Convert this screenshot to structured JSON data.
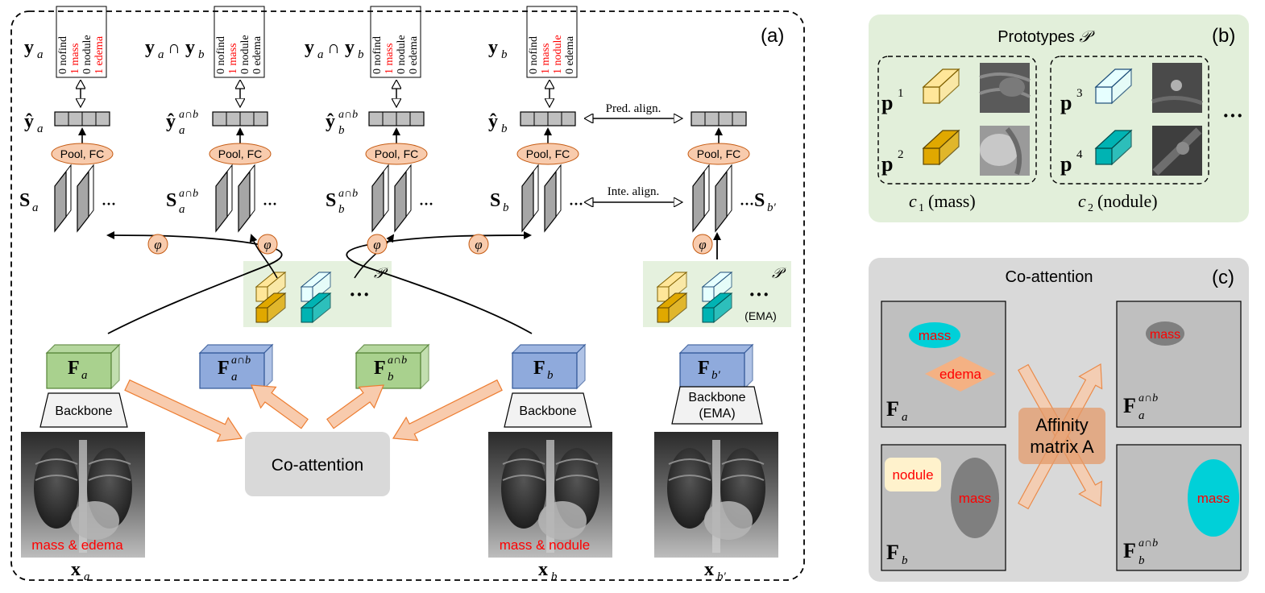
{
  "panel_a": {
    "tag": "(a)",
    "labels": {
      "ya": "y",
      "ya_sub": "a",
      "yab1": "y",
      "yab2": "y",
      "cap": "∩",
      "a": "a",
      "b": "b",
      "yb": "y",
      "yb_sub": "b",
      "yhat": "ŷ",
      "sup_ab": "a∩b",
      "S": "S",
      "bprime": "b′",
      "F": "F",
      "x": "x"
    },
    "vectors": [
      {
        "items": [
          {
            "v": "0",
            "name": "nofind",
            "red": false
          },
          {
            "v": "1",
            "name": "mass",
            "red": true
          },
          {
            "v": "0",
            "name": "nodule",
            "red": false
          },
          {
            "v": "1",
            "name": "edema",
            "red": true
          }
        ]
      },
      {
        "items": [
          {
            "v": "0",
            "name": "nofind",
            "red": false
          },
          {
            "v": "1",
            "name": "mass",
            "red": true
          },
          {
            "v": "0",
            "name": "nodule",
            "red": false
          },
          {
            "v": "0",
            "name": "edema",
            "red": false
          }
        ]
      },
      {
        "items": [
          {
            "v": "0",
            "name": "nofind",
            "red": false
          },
          {
            "v": "1",
            "name": "mass",
            "red": true
          },
          {
            "v": "0",
            "name": "nodule",
            "red": false
          },
          {
            "v": "0",
            "name": "edema",
            "red": false
          }
        ]
      },
      {
        "items": [
          {
            "v": "0",
            "name": "nofind",
            "red": false
          },
          {
            "v": "1",
            "name": "mass",
            "red": true
          },
          {
            "v": "1",
            "name": "nodule",
            "red": true
          },
          {
            "v": "0",
            "name": "edema",
            "red": false
          }
        ]
      }
    ],
    "pool_label": "Pool, FC",
    "phi": "φ",
    "ellipsis": "···",
    "pred_align": "Pred. align.",
    "inte_align": "Inte. align.",
    "proto_symbol": "𝒫",
    "ema": "(EMA)",
    "backbone": "Backbone",
    "backbone_ema_1": "Backbone",
    "backbone_ema_2": "(EMA)",
    "coattention": "Co-attention",
    "xray_a_label": "mass & edema",
    "xray_b_label": "mass & nodule"
  },
  "panel_b": {
    "tag": "(b)",
    "title": "Prototypes",
    "title_symbol": "𝒫",
    "p": "p",
    "sups": [
      "1",
      "2",
      "3",
      "4"
    ],
    "ellipsis": "···",
    "c1": "c",
    "c1_sub": "1",
    "c1_name": "(mass)",
    "c2": "c",
    "c2_sub": "2",
    "c2_name": "(nodule)"
  },
  "panel_c": {
    "tag": "(c)",
    "title": "Co-attention",
    "blob_mass": "mass",
    "blob_edema": "edema",
    "blob_nodule": "nodule",
    "affinity_1": "Affinity",
    "affinity_2": "matrix A"
  },
  "colors": {
    "green_fill": "#a9d18e",
    "blue_fill": "#8faadc",
    "arrow_orange": "#f8cbad",
    "red_text": "#ff0000",
    "cyan": "#00d0d8",
    "proto_panel": "#e2efda",
    "coatt_panel": "#d9d9d9"
  }
}
